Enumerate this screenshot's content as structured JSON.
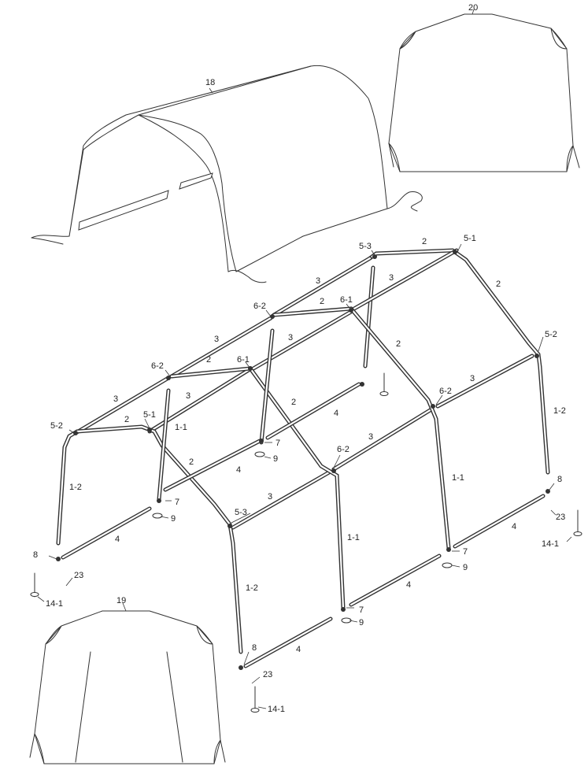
{
  "labels": {
    "l18": "18",
    "l20": "20",
    "l19": "19",
    "l53a": "5-3",
    "l2a": "2",
    "l51a": "5-1",
    "l3a": "3",
    "l3b": "3",
    "l2b": "2",
    "l62a": "6-2",
    "l61a": "6-1",
    "l2c": "2",
    "l3c": "3",
    "l2d": "2",
    "l3d": "3",
    "l2e": "2",
    "l52a": "5-2",
    "l62b": "6-2",
    "l61b": "6-1",
    "l3e": "3",
    "l62c": "6-2",
    "l3f": "3",
    "l12a": "1-2",
    "l52b": "5-2",
    "l2f": "2",
    "l51b": "5-1",
    "l11a": "1-1",
    "l2g": "2",
    "l4a": "4",
    "l7a": "7",
    "l9a": "9",
    "l3g": "3",
    "l62d": "6-2",
    "l11b": "1-1",
    "l4b": "4",
    "l12b": "1-2",
    "l4c": "4",
    "l7b": "7",
    "l9b": "9",
    "l53b": "5-3",
    "l3h": "3",
    "l8a": "8",
    "l23a": "23",
    "l141a": "14-1",
    "l4d": "4",
    "l11c": "1-1",
    "l7c": "7",
    "l9c": "9",
    "l4e": "4",
    "l12c": "1-2",
    "l7d": "7",
    "l9d": "9",
    "l4f": "4",
    "l8b": "8",
    "l23b": "23",
    "l141b": "14-1",
    "l8c": "8",
    "l23c": "23",
    "l141c": "14-1"
  }
}
